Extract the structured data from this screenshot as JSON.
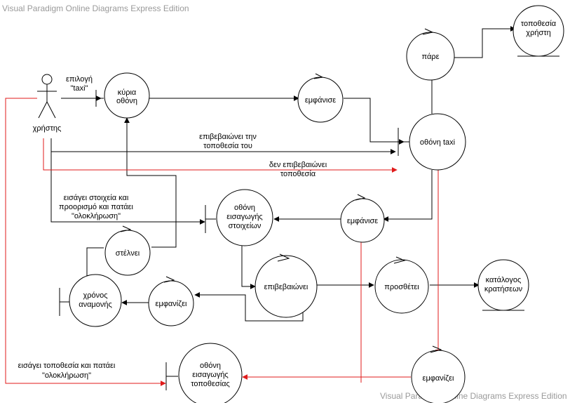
{
  "diagram": {
    "watermark_top": "Visual Paradigm Online Diagrams Express Edition",
    "watermark_bottom": "Visual Paradigm Online Diagrams Express Edition",
    "actor": {
      "label": "χρήστης"
    },
    "nodes": {
      "kyria_othoni": {
        "label": [
          "κύρια",
          "οθόνη"
        ],
        "type": "boundary"
      },
      "emfanise_top": {
        "label": [
          "εμφάνισε"
        ],
        "type": "control"
      },
      "othoni_taxi": {
        "label": [
          "οθόνη taxi"
        ],
        "type": "boundary"
      },
      "pare": {
        "label": [
          "πάρε"
        ],
        "type": "control"
      },
      "topothesia_xristi": {
        "label": [
          "τοποθεσία",
          "χρήστη"
        ],
        "type": "entity"
      },
      "othoni_eisagogis_stoixeion": {
        "label": [
          "οθόνη",
          "εισαγωγής",
          "στοιχείων"
        ],
        "type": "boundary"
      },
      "emfanise_mid": {
        "label": [
          "εμφάνισε"
        ],
        "type": "control"
      },
      "stelnei": {
        "label": [
          "στέλνει"
        ],
        "type": "control"
      },
      "xronos_anamonis": {
        "label": [
          "χρόνος",
          "αναμονής"
        ],
        "type": "boundary"
      },
      "emfanizei_left": {
        "label": [
          "εμφανίζει"
        ],
        "type": "control"
      },
      "epivevaionei": {
        "label": [
          "επιβεβαιώνει"
        ],
        "type": "control"
      },
      "prosthetei": {
        "label": [
          "προσθέτει"
        ],
        "type": "control"
      },
      "katalogos_kratiseon": {
        "label": [
          "κατάλογος",
          "κρατήσεων"
        ],
        "type": "entity"
      },
      "othoni_eisagogis_topothesias": {
        "label": [
          "οθόνη",
          "εισαγωγής",
          "τοποθεσίας"
        ],
        "type": "boundary"
      },
      "emfanizei_bottom": {
        "label": [
          "εμφανίζει"
        ],
        "type": "control"
      }
    },
    "edge_labels": {
      "epilogi_taxi": [
        "επιλογή",
        "\"taxi\""
      ],
      "epivevaionei_topothesia": [
        "επιβεβαιώνει την",
        "τοποθεσία του"
      ],
      "den_epivevaionei": [
        "δεν επιβεβαιώνει",
        "τοποθεσία"
      ],
      "eisagei_stoixeia": [
        "εισάγει στοιχεία και",
        "προορισμό και πατάει",
        "\"ολοκλήρωση\""
      ],
      "eisagei_topothesia": [
        "εισάγει τοποθεσία και πατάει",
        "\"ολοκλήρωση\""
      ]
    },
    "colors": {
      "line": "#000000",
      "alt_flow": "#e01b1b",
      "watermark": "#9a9a9a"
    }
  }
}
